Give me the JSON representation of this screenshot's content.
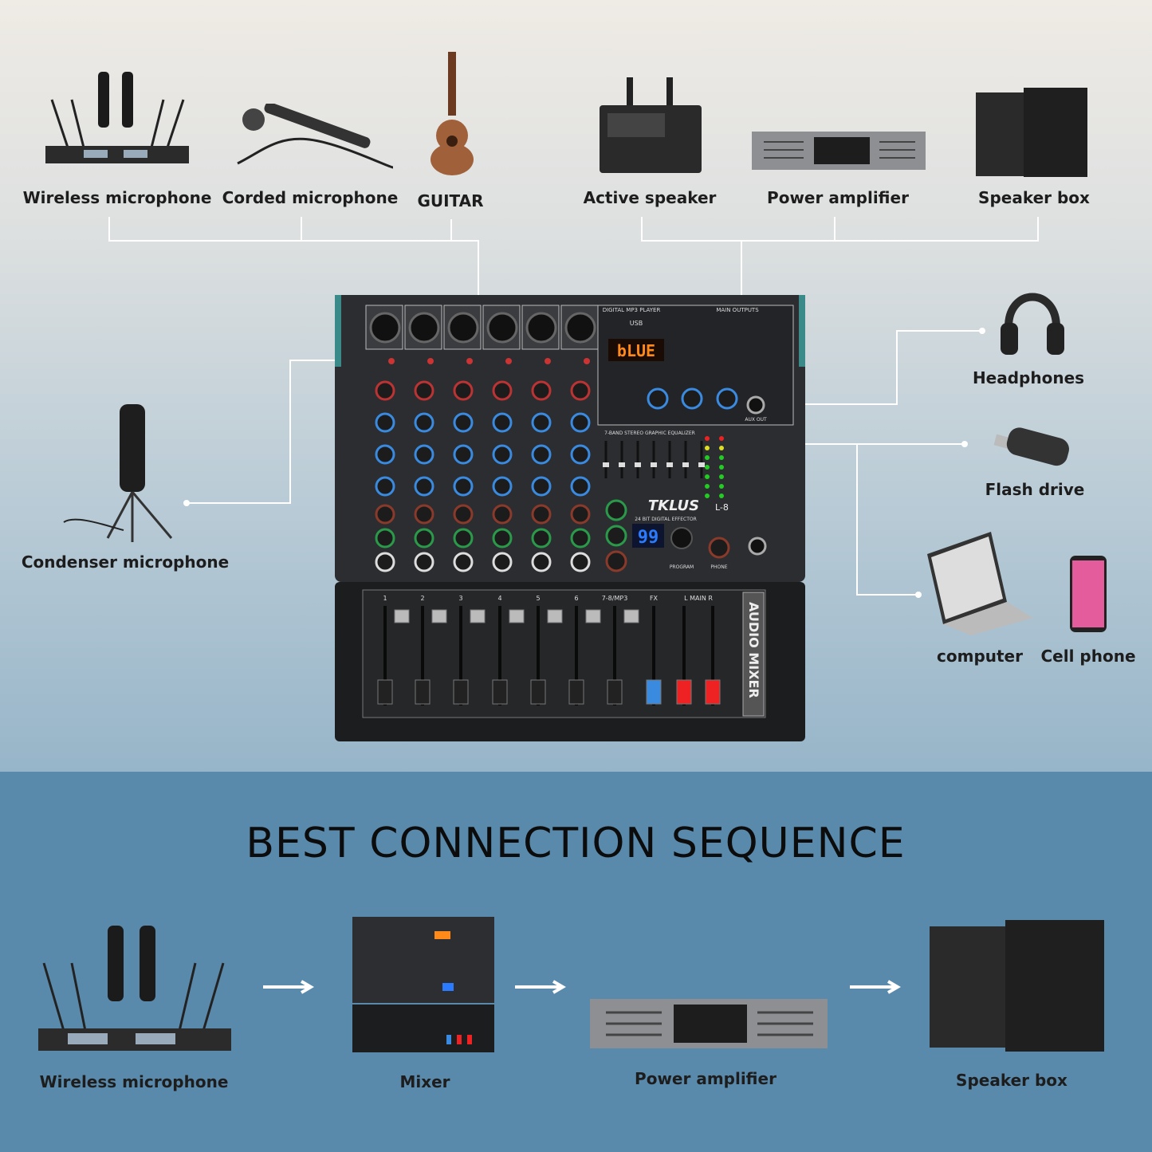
{
  "devices_top": {
    "wireless_microphone": "Wireless microphone",
    "corded_microphone": "Corded microphone",
    "guitar": "GUITAR",
    "active_speaker": "Active speaker",
    "power_amplifier": "Power amplifier",
    "speaker_box": "Speaker box",
    "headphones": "Headphones",
    "flash_drive": "Flash drive",
    "computer": "computer",
    "cell_phone": "Cell phone",
    "condenser_microphone": "Condenser microphone"
  },
  "mixer": {
    "brand": "TKLUS",
    "model": "L-8",
    "display": "bLUE",
    "effect_number": "99",
    "side_label": "AUDIO MIXER",
    "mp3_label": "DIGITAL MP3 PLAYER",
    "main_outputs": "MAIN OUTPUTS",
    "usb": "USB",
    "eq_label": "7-BAND STEREO GRAPHIC EQUALIZER",
    "effector": "24 BIT DIGITAL EFFECTOR",
    "aux_out": "AUX OUT",
    "program": "PROGRAM",
    "phone": "PHONE",
    "fader_labels": [
      "1",
      "2",
      "3",
      "4",
      "5",
      "6",
      "7-8/MP3",
      "FX",
      "L   MAIN   R"
    ]
  },
  "section_title": "BEST CONNECTION SEQUENCE",
  "sequence": [
    "Wireless microphone",
    "Mixer",
    "Power amplifier",
    "Speaker box"
  ],
  "colors": {
    "bottom_bg": "#5a8aab",
    "connector": "#ffffff",
    "display": "#ff8a1a",
    "effect_display": "#2a7bff"
  }
}
